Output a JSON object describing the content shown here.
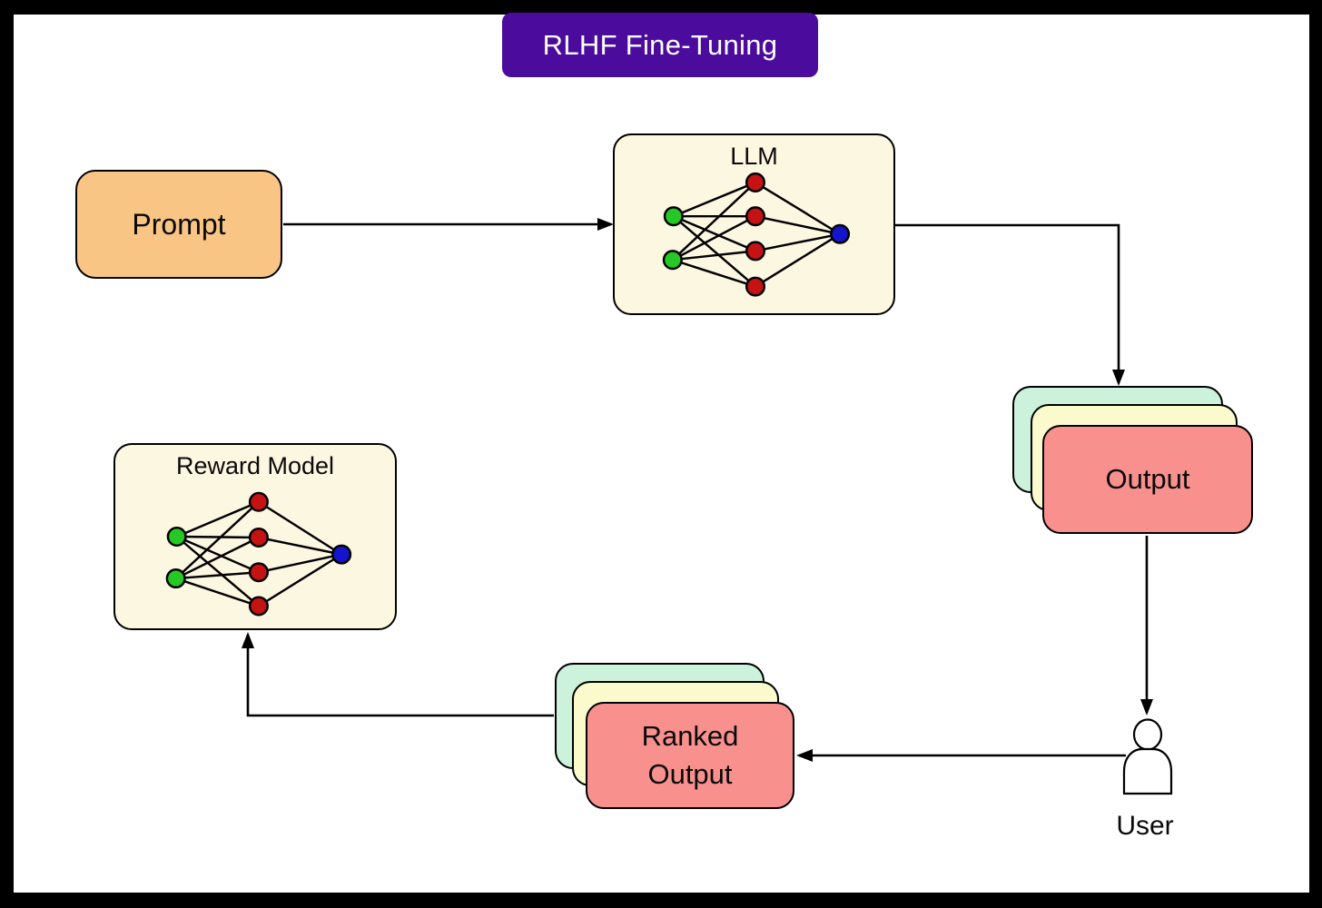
{
  "title": {
    "label": "RLHF Fine-Tuning"
  },
  "colors": {
    "banner_bg": "#4B0C9E",
    "banner_text": "#FFFFFF",
    "prompt_bg": "#F9C584",
    "model_box_bg": "#FBF7E1",
    "card_back_bg": "#CCF2DB",
    "card_mid_bg": "#FAFACC",
    "card_front_bg": "#F8918D",
    "node_input": "#26C826",
    "node_hidden": "#C51212",
    "node_output": "#1414CC",
    "line_stroke": "#000000"
  },
  "nodes": {
    "prompt": {
      "label": "Prompt"
    },
    "llm": {
      "label": "LLM"
    },
    "reward_model": {
      "label": "Reward Model"
    },
    "output_stack": {
      "label": "Output"
    },
    "ranked_output_stack": {
      "label": "Ranked Output"
    },
    "user": {
      "label": "User"
    }
  },
  "arrows": [
    {
      "from": "prompt",
      "to": "llm"
    },
    {
      "from": "llm",
      "to": "output-stack"
    },
    {
      "from": "output-stack",
      "to": "user"
    },
    {
      "from": "user",
      "to": "ranked-output-stack"
    },
    {
      "from": "ranked-output-stack",
      "to": "reward-model"
    }
  ]
}
